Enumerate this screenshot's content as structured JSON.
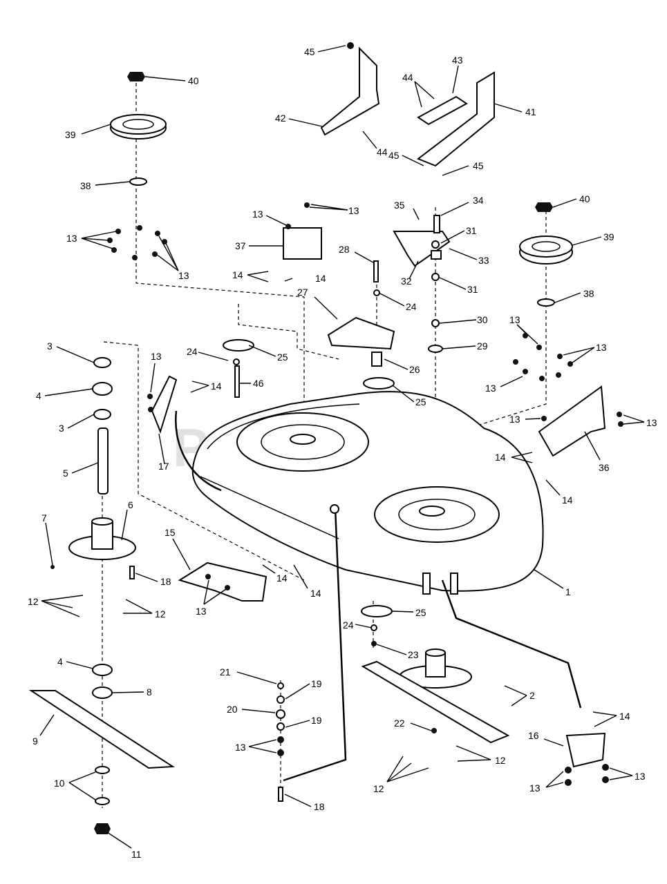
{
  "watermark": "PartsTree",
  "colors": {
    "line": "#000000",
    "background": "#ffffff",
    "watermark": "#d8d8d8"
  },
  "callouts": [
    {
      "id": "c40a",
      "label": "40"
    },
    {
      "id": "c39a",
      "label": "39"
    },
    {
      "id": "c38a",
      "label": "38"
    },
    {
      "id": "c13a",
      "label": "13"
    },
    {
      "id": "c13b",
      "label": "13"
    },
    {
      "id": "c3a",
      "label": "3"
    },
    {
      "id": "c4a",
      "label": "4"
    },
    {
      "id": "c3b",
      "label": "3"
    },
    {
      "id": "c5",
      "label": "5"
    },
    {
      "id": "c7",
      "label": "7"
    },
    {
      "id": "c6",
      "label": "6"
    },
    {
      "id": "c12a",
      "label": "12"
    },
    {
      "id": "c12b",
      "label": "12"
    },
    {
      "id": "c18a",
      "label": "18"
    },
    {
      "id": "c4b",
      "label": "4"
    },
    {
      "id": "c8",
      "label": "8"
    },
    {
      "id": "c9",
      "label": "9"
    },
    {
      "id": "c10",
      "label": "10"
    },
    {
      "id": "c11",
      "label": "11"
    },
    {
      "id": "c45a",
      "label": "45"
    },
    {
      "id": "c42",
      "label": "42"
    },
    {
      "id": "c44a",
      "label": "44"
    },
    {
      "id": "c44b",
      "label": "44"
    },
    {
      "id": "c43",
      "label": "43"
    },
    {
      "id": "c41",
      "label": "41"
    },
    {
      "id": "c45b",
      "label": "45"
    },
    {
      "id": "c45c",
      "label": "45"
    },
    {
      "id": "c13c",
      "label": "13"
    },
    {
      "id": "c13d",
      "label": "13"
    },
    {
      "id": "c37",
      "label": "37"
    },
    {
      "id": "c14a",
      "label": "14"
    },
    {
      "id": "c14b",
      "label": "14"
    },
    {
      "id": "c28",
      "label": "28"
    },
    {
      "id": "c35",
      "label": "35"
    },
    {
      "id": "c34",
      "label": "34"
    },
    {
      "id": "c31a",
      "label": "31"
    },
    {
      "id": "c33",
      "label": "33"
    },
    {
      "id": "c32",
      "label": "32"
    },
    {
      "id": "c31b",
      "label": "31"
    },
    {
      "id": "c24a",
      "label": "24"
    },
    {
      "id": "c27",
      "label": "27"
    },
    {
      "id": "c30",
      "label": "30"
    },
    {
      "id": "c29",
      "label": "29"
    },
    {
      "id": "c24b",
      "label": "24"
    },
    {
      "id": "c25a",
      "label": "25"
    },
    {
      "id": "c26",
      "label": "26"
    },
    {
      "id": "c46",
      "label": "46"
    },
    {
      "id": "c25b",
      "label": "25"
    },
    {
      "id": "c13e",
      "label": "13"
    },
    {
      "id": "c14c",
      "label": "14"
    },
    {
      "id": "c17",
      "label": "17"
    },
    {
      "id": "c40b",
      "label": "40"
    },
    {
      "id": "c39b",
      "label": "39"
    },
    {
      "id": "c38b",
      "label": "38"
    },
    {
      "id": "c13f",
      "label": "13"
    },
    {
      "id": "c13g",
      "label": "13"
    },
    {
      "id": "c13h",
      "label": "13"
    },
    {
      "id": "c13i",
      "label": "13"
    },
    {
      "id": "c13j",
      "label": "13"
    },
    {
      "id": "c14d",
      "label": "14"
    },
    {
      "id": "c36",
      "label": "36"
    },
    {
      "id": "c14e",
      "label": "14"
    },
    {
      "id": "c15",
      "label": "15"
    },
    {
      "id": "c14f",
      "label": "14"
    },
    {
      "id": "c14g",
      "label": "14"
    },
    {
      "id": "c13k",
      "label": "13"
    },
    {
      "id": "c1",
      "label": "1"
    },
    {
      "id": "c25c",
      "label": "25"
    },
    {
      "id": "c24c",
      "label": "24"
    },
    {
      "id": "c23",
      "label": "23"
    },
    {
      "id": "c2",
      "label": "2"
    },
    {
      "id": "c21",
      "label": "21"
    },
    {
      "id": "c19a",
      "label": "19"
    },
    {
      "id": "c20",
      "label": "20"
    },
    {
      "id": "c19b",
      "label": "19"
    },
    {
      "id": "c13l",
      "label": "13"
    },
    {
      "id": "c18b",
      "label": "18"
    },
    {
      "id": "c22",
      "label": "22"
    },
    {
      "id": "c12c",
      "label": "12"
    },
    {
      "id": "c12d",
      "label": "12"
    },
    {
      "id": "c14h",
      "label": "14"
    },
    {
      "id": "c16",
      "label": "16"
    },
    {
      "id": "c13m",
      "label": "13"
    },
    {
      "id": "c13n",
      "label": "13"
    }
  ]
}
